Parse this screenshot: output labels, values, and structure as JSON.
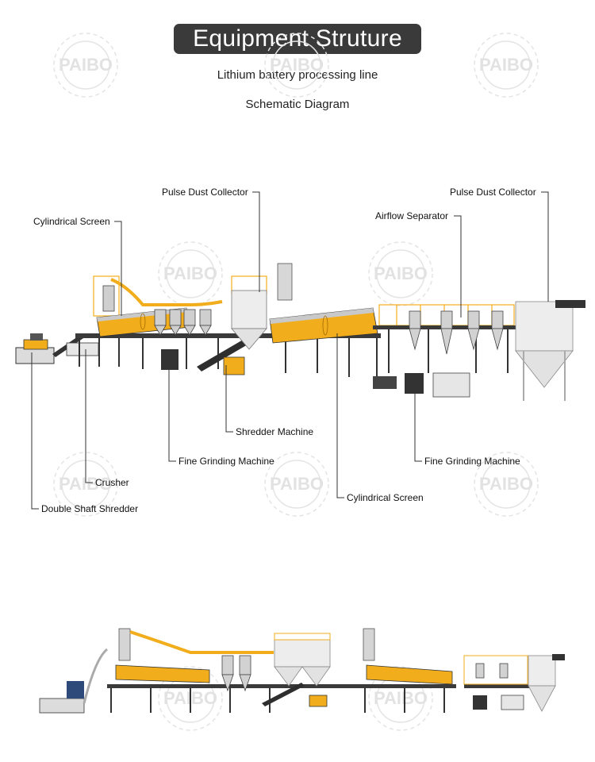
{
  "header": {
    "title": "Equipment Struture",
    "subtitle": "Lithium battery processing line",
    "subtitle2": "Schematic Diagram"
  },
  "watermark": {
    "text": "PAIBO"
  },
  "colors": {
    "accent": "#f2ad1c",
    "steel": "#2e2e2e",
    "panel": "#e9e9e9",
    "title_bg": "#3a3a3a"
  },
  "callouts": [
    {
      "id": "pulse-dust-collector-1",
      "label": "Pulse Dust Collector"
    },
    {
      "id": "pulse-dust-collector-2",
      "label": "Pulse Dust Collector"
    },
    {
      "id": "cylindrical-screen-1",
      "label": "Cylindrical Screen"
    },
    {
      "id": "airflow-separator",
      "label": "Airflow Separator"
    },
    {
      "id": "shredder-machine",
      "label": "Shredder Machine"
    },
    {
      "id": "fine-grinding-machine-1",
      "label": "Fine Grinding Machine"
    },
    {
      "id": "fine-grinding-machine-2",
      "label": "Fine Grinding Machine"
    },
    {
      "id": "crusher",
      "label": "Crusher"
    },
    {
      "id": "cylindrical-screen-2",
      "label": "Cylindrical Screen"
    },
    {
      "id": "double-shaft-shredder",
      "label": "Double Shaft Shredder"
    }
  ]
}
